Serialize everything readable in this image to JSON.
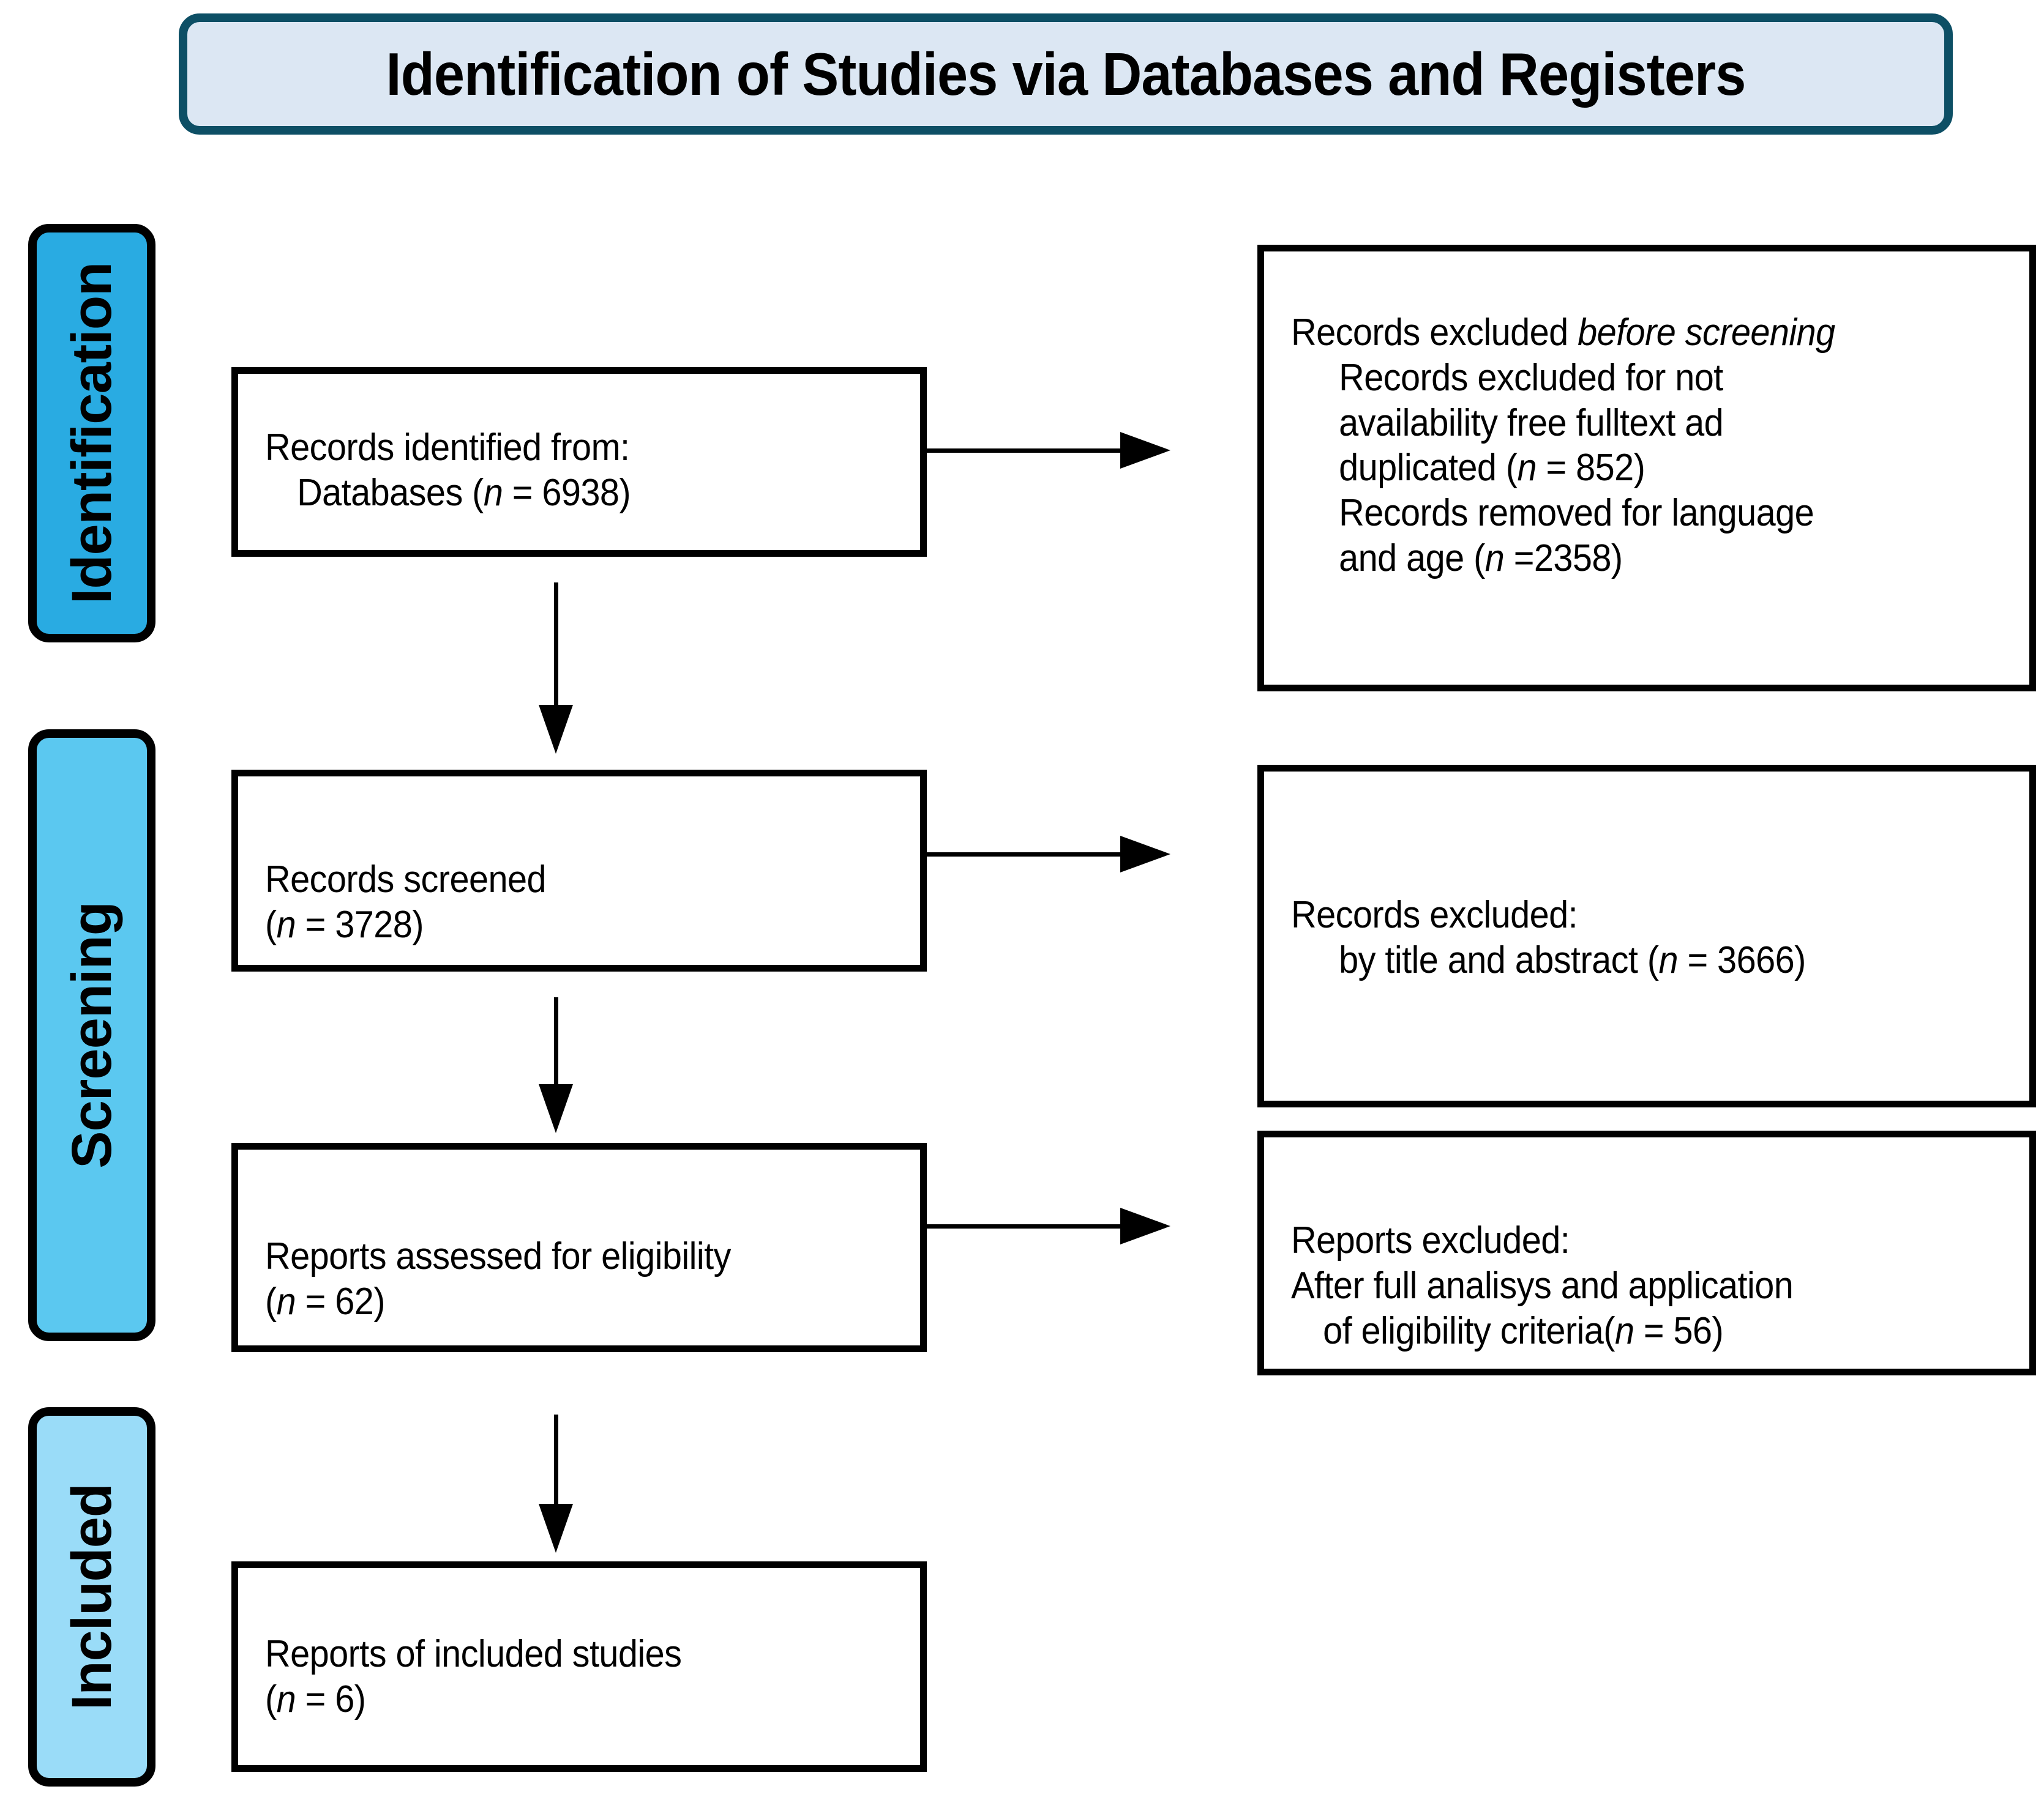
{
  "header": {
    "title": "Identification of Studies via Databases and Registers"
  },
  "stages": [
    {
      "key": "identification",
      "label": "Identification",
      "color": "#29abe2"
    },
    {
      "key": "screening",
      "label": "Screening",
      "color": "#5bc8f0"
    },
    {
      "key": "included",
      "label": "Included",
      "color": "#9adcf8"
    }
  ],
  "boxes": {
    "identified": {
      "line1": "Records identified from:",
      "line2": "Databases (",
      "line2_italic": "n",
      "line2_end": " = 6938)"
    },
    "excluded_before_screening": {
      "line1": "Records excluded ",
      "line1_italic": "before screening",
      "item1_a": "Records excluded for not",
      "item1_b": "availability free fulltext ad",
      "item1_c": "duplicated (",
      "item1_italic": "n",
      "item1_d": " = 852)",
      "item2_a": "Records removed for language",
      "item2_b": "and age (",
      "item2_italic": "n",
      "item2_c": " =2358)"
    },
    "screened": {
      "line1": "Records screened",
      "line2_start": "(",
      "line2_italic": "n",
      "line2_end": " = 3728)"
    },
    "excluded_title_abstract": {
      "line1": "Records excluded:",
      "line2_a": "by title and abstract  (",
      "line2_italic": "n",
      "line2_b": " =  3666)"
    },
    "eligibility": {
      "line1": "Reports assessed for eligibility",
      "line2_start": "(",
      "line2_italic": "n",
      "line2_end": " = 62)"
    },
    "excluded_reports": {
      "line1": "Reports excluded:",
      "line2": "After full   analisys and   application",
      "line3_a": "of eligibility criteria(",
      "line3_italic": "n",
      "line3_b": " = 56)"
    },
    "included": {
      "line1": "Reports of included studies",
      "line2_start": "(",
      "line2_italic": "n",
      "line2_end": " = 6)"
    }
  },
  "arrows": [
    {
      "name": "identified-to-screened",
      "direction": "down"
    },
    {
      "name": "screened-to-eligibility",
      "direction": "down"
    },
    {
      "name": "eligibility-to-included",
      "direction": "down"
    },
    {
      "name": "identified-to-excluded-before",
      "direction": "right"
    },
    {
      "name": "screened-to-excluded-title",
      "direction": "right"
    },
    {
      "name": "eligibility-to-excluded-reports",
      "direction": "right"
    }
  ],
  "colors": {
    "header_fill": "#dce7f3",
    "header_border": "#0d4f65",
    "identification_fill": "#29abe2",
    "screening_fill": "#5bc8f0",
    "included_fill": "#9adcf8",
    "box_border": "#000000",
    "text": "#000000"
  }
}
